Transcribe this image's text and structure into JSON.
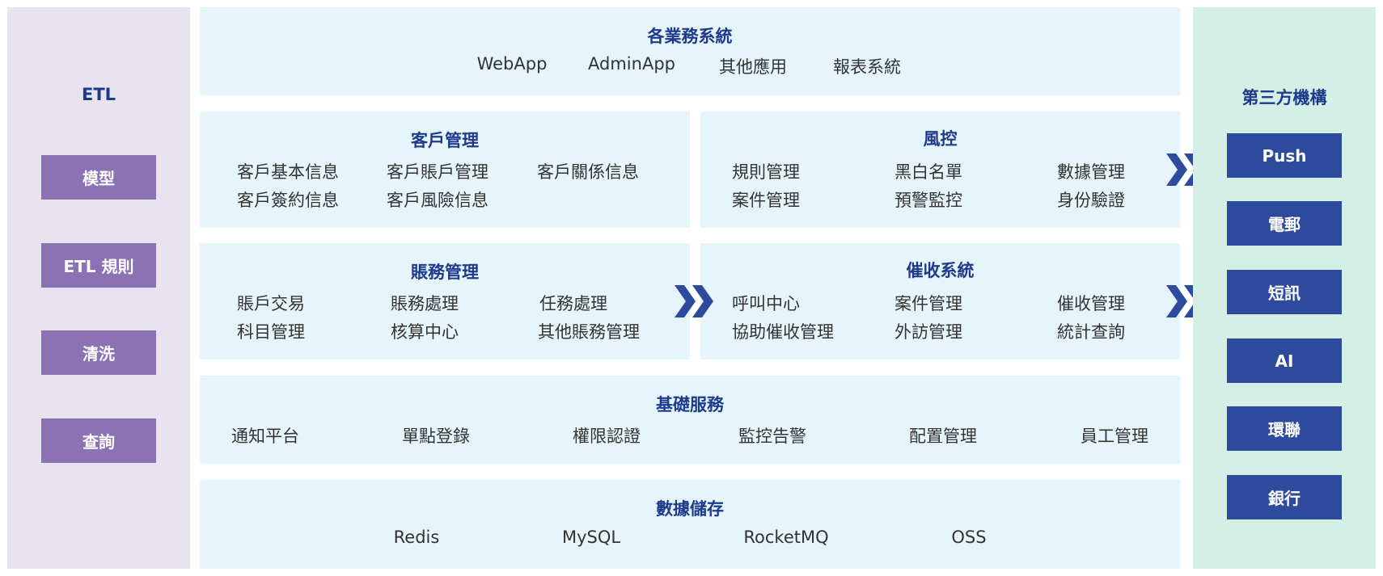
{
  "etl": {
    "title": "ETL",
    "items": [
      "模型",
      "ETL 規則",
      "清洗",
      "查詢"
    ]
  },
  "business": {
    "title": "各業務系統",
    "items": [
      "WebApp",
      "AdminApp",
      "其他應用",
      "報表系統"
    ]
  },
  "customer": {
    "title": "客戶管理",
    "items": [
      "客戶基本信息",
      "客戶賬戶管理",
      "客戶關係信息",
      "客戶簽約信息",
      "客戶風險信息"
    ]
  },
  "risk": {
    "title": "風控",
    "items": [
      "規則管理",
      "黑白名單",
      "數據管理",
      "案件管理",
      "預警監控",
      "身份驗證"
    ]
  },
  "accounting": {
    "title": "賬務管理",
    "items": [
      "賬戶交易",
      "賬務處理",
      "任務處理",
      "科目管理",
      "核算中心",
      "其他賬務管理"
    ]
  },
  "collection": {
    "title": "催收系統",
    "items": [
      "呼叫中心",
      "案件管理",
      "催收管理",
      "協助催收管理",
      "外訪管理",
      "統計查詢"
    ]
  },
  "foundation": {
    "title": "基礎服務",
    "items": [
      "通知平台",
      "單點登錄",
      "權限認證",
      "監控告警",
      "配置管理",
      "員工管理"
    ]
  },
  "storage": {
    "title": "數據儲存",
    "items": [
      "Redis",
      "MySQL",
      "RocketMQ",
      "OSS"
    ]
  },
  "third_party": {
    "title": "第三方機構",
    "items": [
      "Push",
      "電郵",
      "短訊",
      "AI",
      "環聯",
      "銀行"
    ]
  },
  "colors": {
    "etl_bg": "#e8e4ef",
    "etl_button": "#8b72b5",
    "panel_bg": "#e6f4fb",
    "third_party_bg": "#d4efe6",
    "third_party_button": "#2e4a9c",
    "title_text": "#1e3a8a",
    "arrow": "#2e4a9c"
  }
}
